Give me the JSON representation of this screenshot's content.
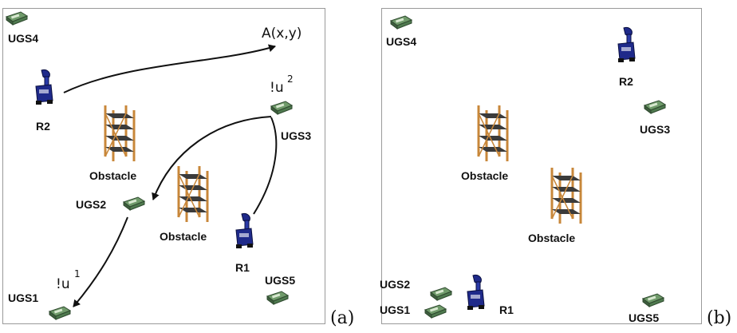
{
  "panels": {
    "a": {
      "caption": "(a)",
      "labels": {
        "ugs1": "UGS1",
        "ugs2": "UGS2",
        "ugs3": "UGS3",
        "ugs4": "UGS4",
        "ugs5": "UGS5",
        "r1": "R1",
        "r2": "R2",
        "obstacle1": "Obstacle",
        "obstacle2": "Obstacle",
        "target": "A(x,y)",
        "msg1": "!u",
        "msg1_sup": "1",
        "msg2": "!u",
        "msg2_sup": "2"
      }
    },
    "b": {
      "caption": "(b)",
      "labels": {
        "ugs1": "UGS1",
        "ugs2": "UGS2",
        "ugs3": "UGS3",
        "ugs4": "UGS4",
        "ugs5": "UGS5",
        "r1": "R1",
        "r2": "R2",
        "obstacle1": "Obstacle",
        "obstacle2": "Obstacle"
      }
    }
  },
  "colors": {
    "sensor": "#4f7a4f",
    "robot": "#1f2a8a",
    "shelf_frame": "#c8873a",
    "shelf_board": "#3b3b3b",
    "arrow": "#111111"
  },
  "icons": {
    "sensor": "ugs-sensor-icon",
    "robot": "robot-icon",
    "obstacle": "shelf-icon"
  }
}
